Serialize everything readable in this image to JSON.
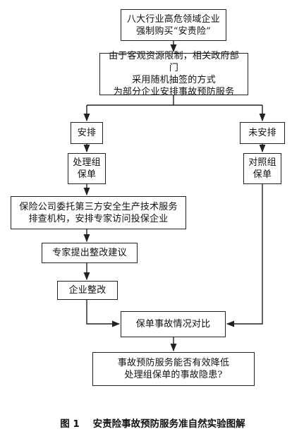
{
  "nodes": {
    "mandatory": "八大行业高危领域企业\n强制购买“安责险”",
    "random_sampling": "由于客观资源限制，相关政府部门\n采用随机抽签的方式\n为部分企业安排事故预防服务",
    "arranged": "安排",
    "not_arranged": "未安排",
    "treatment_group": "处理组\n保单",
    "control_group": "对照组\n保单",
    "insurer_commission": "保险公司委托第三方安全生产技术服务\n排查机构，安排专家访问投保企业",
    "expert_advice": "专家提出整改建议",
    "enterprise_rectify": "企业整改",
    "compare_accidents": "保单事故情况对比",
    "question": "事故预防服务能否有效降低\n处理组保单的事故隐患?"
  },
  "caption": {
    "label": "图 1",
    "text": "安责险事故预防服务准自然实验图解"
  }
}
